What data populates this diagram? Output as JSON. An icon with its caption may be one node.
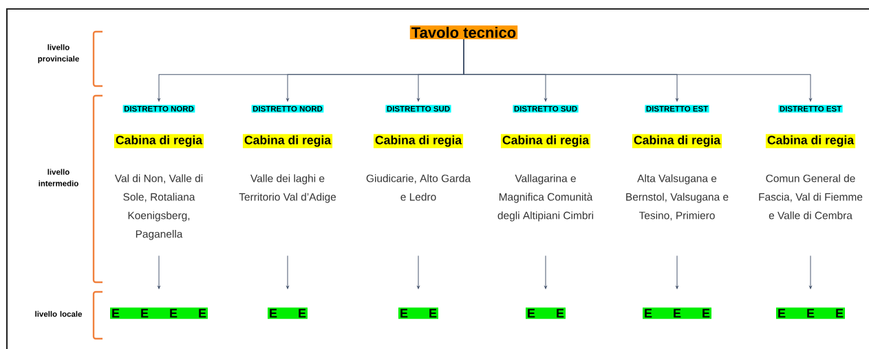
{
  "diagram": {
    "nodes": [
      {
        "text": [
          "Tavolo tecnico"
        ]
      },
      {
        "text": [
          "DISTRETTO NORD"
        ]
      },
      {
        "text": [
          "Cabina di regia"
        ]
      },
      {
        "text": [
          "Val di Non, Valle di Sole, Rotaliana Koenigsberg, Paganella"
        ]
      },
      {
        "text": [
          "E",
          "E",
          "E",
          "E"
        ]
      },
      {
        "text": [
          "DISTRETTO NORD"
        ]
      },
      {
        "text": [
          "Cabina di regia"
        ]
      },
      {
        "text": [
          "Valle dei laghi e Territorio Val d’Adige"
        ]
      },
      {
        "text": [
          "E",
          "E"
        ]
      },
      {
        "text": [
          "DISTRETTO SUD"
        ]
      },
      {
        "text": [
          "Cabina di regia"
        ]
      },
      {
        "text": [
          "Giudicarie, Alto Garda e Ledro"
        ]
      },
      {
        "text": [
          "E",
          "E"
        ]
      },
      {
        "text": [
          "DISTRETTO SUD"
        ]
      },
      {
        "text": [
          "Cabina di regia"
        ]
      },
      {
        "text": [
          "Vallagarina e Magnifica Comunità degli Altipiani Cimbri"
        ]
      },
      {
        "text": [
          "E",
          "E"
        ]
      },
      {
        "text": [
          "DISTRETTO EST"
        ]
      },
      {
        "text": [
          "Cabina di regia"
        ]
      },
      {
        "text": [
          "Alta Valsugana e Bernstol, Valsugana e Tesino, Primiero"
        ]
      },
      {
        "text": [
          "E",
          "E",
          "E"
        ]
      },
      {
        "text": [
          "DISTRETTO EST"
        ]
      },
      {
        "text": [
          "Cabina di regia"
        ]
      },
      {
        "text": [
          "Comun General de Fascia, Val di Fiemme e Valle di Cembra"
        ]
      },
      {
        "text": [
          "E",
          "E",
          "E"
        ]
      }
    ],
    "edges": [
      {
        "from": 0,
        "to": 1,
        "arrow": "to"
      },
      {
        "from": 0,
        "to": 5,
        "arrow": "to"
      },
      {
        "from": 0,
        "to": 9,
        "arrow": "to"
      },
      {
        "from": 0,
        "to": 13,
        "arrow": "to"
      },
      {
        "from": 0,
        "to": 17,
        "arrow": "to"
      },
      {
        "from": 0,
        "to": 21,
        "arrow": "to"
      },
      {
        "from": 3,
        "to": 4,
        "arrow": "to"
      },
      {
        "from": 7,
        "to": 8,
        "arrow": "to"
      },
      {
        "from": 11,
        "to": 12,
        "arrow": "to"
      },
      {
        "from": 15,
        "to": 16,
        "arrow": "to"
      },
      {
        "from": 19,
        "to": 20,
        "arrow": "to"
      },
      {
        "from": 23,
        "to": 24,
        "arrow": "to"
      }
    ],
    "labels": [
      "livello provinciale",
      "livello intermedio",
      "livello locale"
    ]
  }
}
